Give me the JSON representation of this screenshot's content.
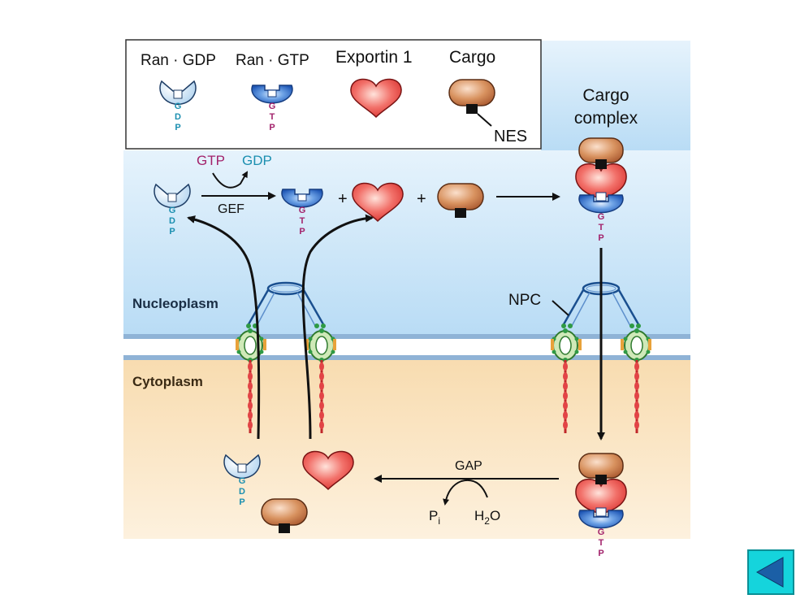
{
  "legend": {
    "ran_gdp": "Ran · GDP",
    "ran_gtp": "Ran · GTP",
    "exportin": "Exportin 1",
    "cargo": "Cargo",
    "nes": "NES"
  },
  "nucleotide": {
    "gdp": [
      "G",
      "D",
      "P"
    ],
    "gtp": [
      "G",
      "T",
      "P"
    ]
  },
  "reaction": {
    "gtp_in": "GTP",
    "gdp_out": "GDP",
    "gef": "GEF",
    "plus": "+",
    "gap": "GAP",
    "pi_base": "P",
    "pi_sub": "i",
    "water_h": "H",
    "water_sub": "2",
    "water_o": "O"
  },
  "labels": {
    "cargo_complex_line1": "Cargo",
    "cargo_complex_line2": "complex",
    "nucleoplasm": "Nucleoplasm",
    "cytoplasm": "Cytoplasm",
    "npc": "NPC"
  },
  "colors": {
    "nucleoplasm_bg": "#c8e3f7",
    "cytoplasm_bg": "#fbe7c6",
    "ran_gdp": "#cfe6f6",
    "ran_gtp": "#2c6fd0",
    "exportin": "#e8413c",
    "cargo": "#c9794c",
    "gdp_text": "#1b8fb0",
    "gtp_text": "#a2226b",
    "nav_button": "#15d4dc"
  },
  "nav": {
    "back_icon": "left-triangle-icon"
  }
}
